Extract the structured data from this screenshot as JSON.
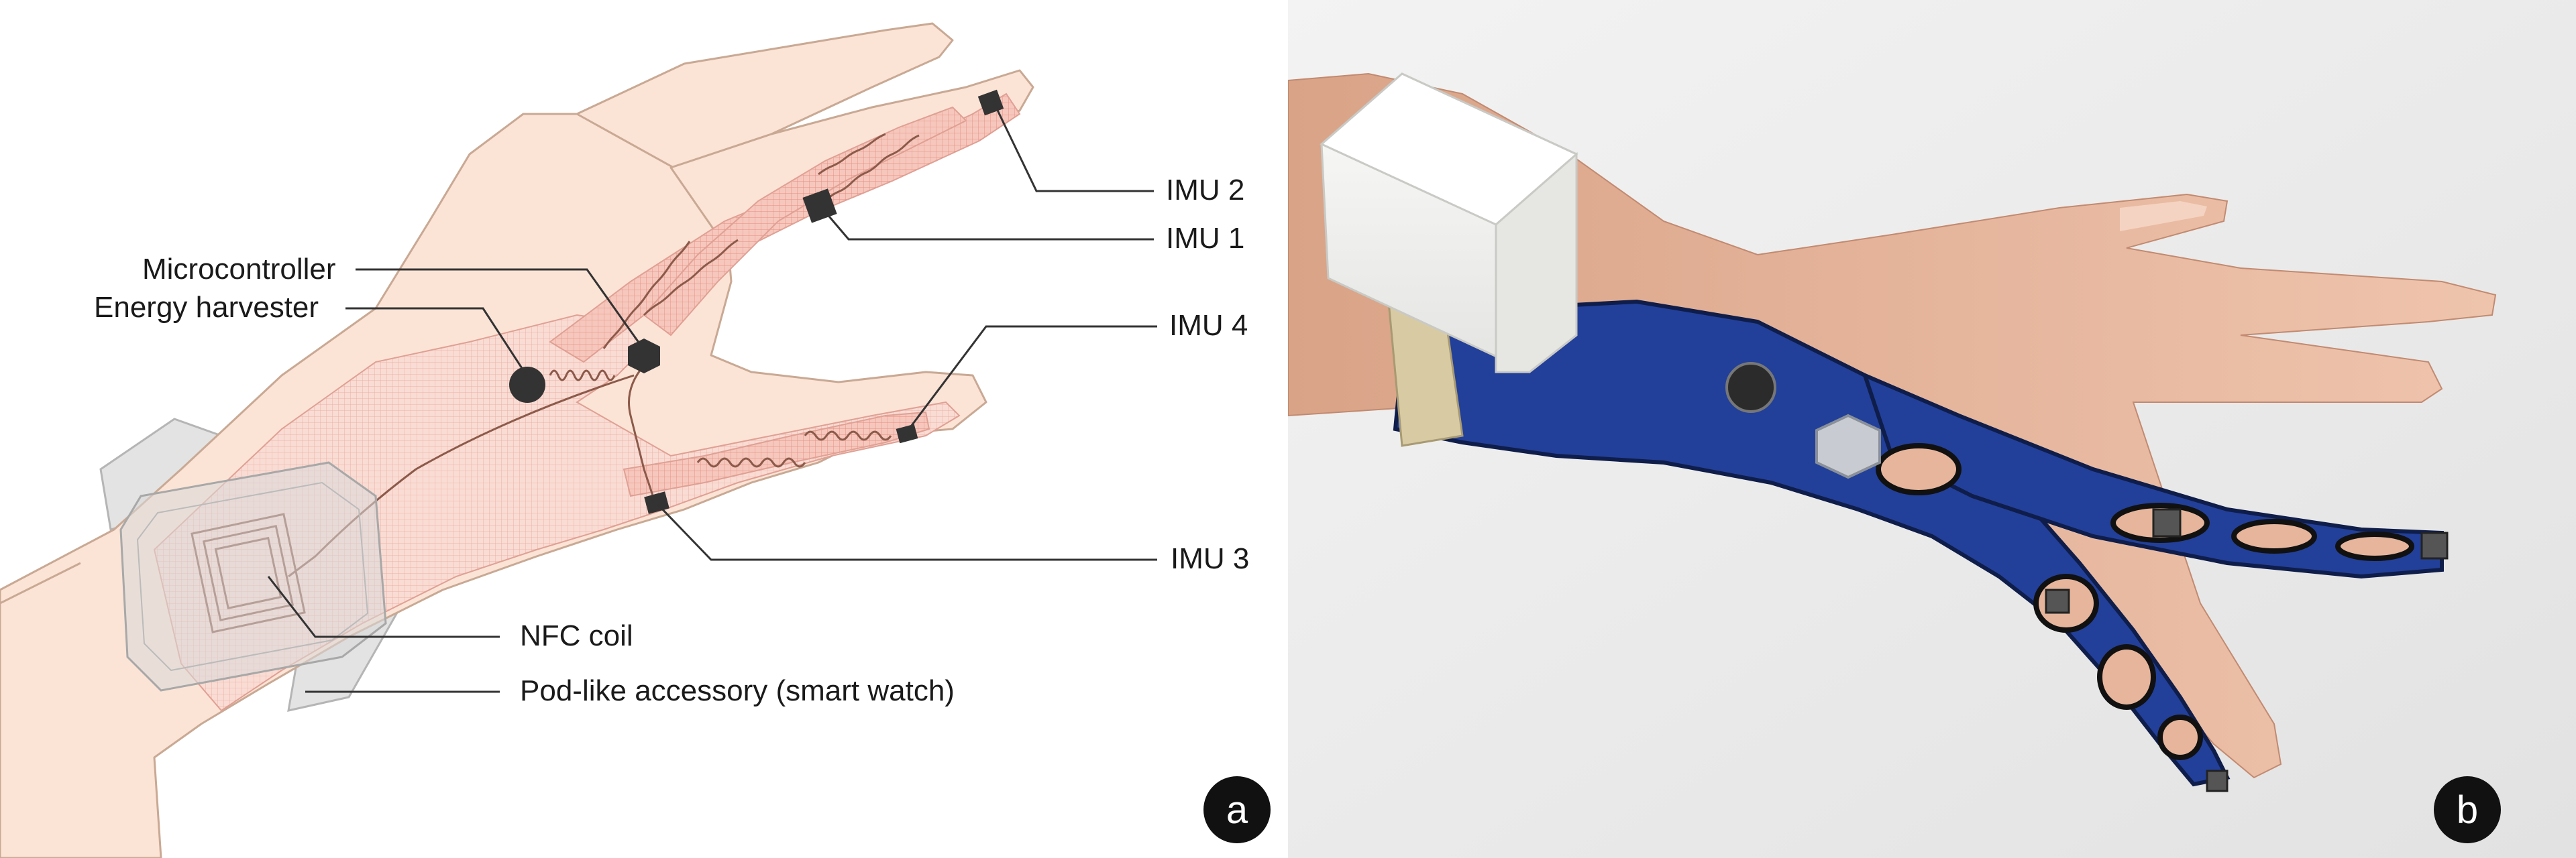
{
  "panel_a": {
    "callouts": {
      "microcontroller": "Microcontroller",
      "energy_harvester": "Energy harvester",
      "imu_2": "IMU 2",
      "imu_1": "IMU 1",
      "imu_4": "IMU 4",
      "imu_3": "IMU 3",
      "nfc_coil": "NFC coil",
      "pod_accessory": "Pod-like accessory (smart watch)"
    },
    "badge": "a"
  },
  "panel_b": {
    "badge": "b"
  },
  "colors": {
    "skin": "#fbe4d6",
    "skin_outline": "#c9a994",
    "mesh": "#f1b3a8",
    "mesh_line": "#e37f72",
    "trace": "#8c5a4a",
    "component": "#333333",
    "leader": "#333333",
    "watch": "#d9d9d9",
    "photo_bg": "#ebebeb",
    "glove_blue": "#22409a",
    "pod_white": "#f4f4f2"
  }
}
